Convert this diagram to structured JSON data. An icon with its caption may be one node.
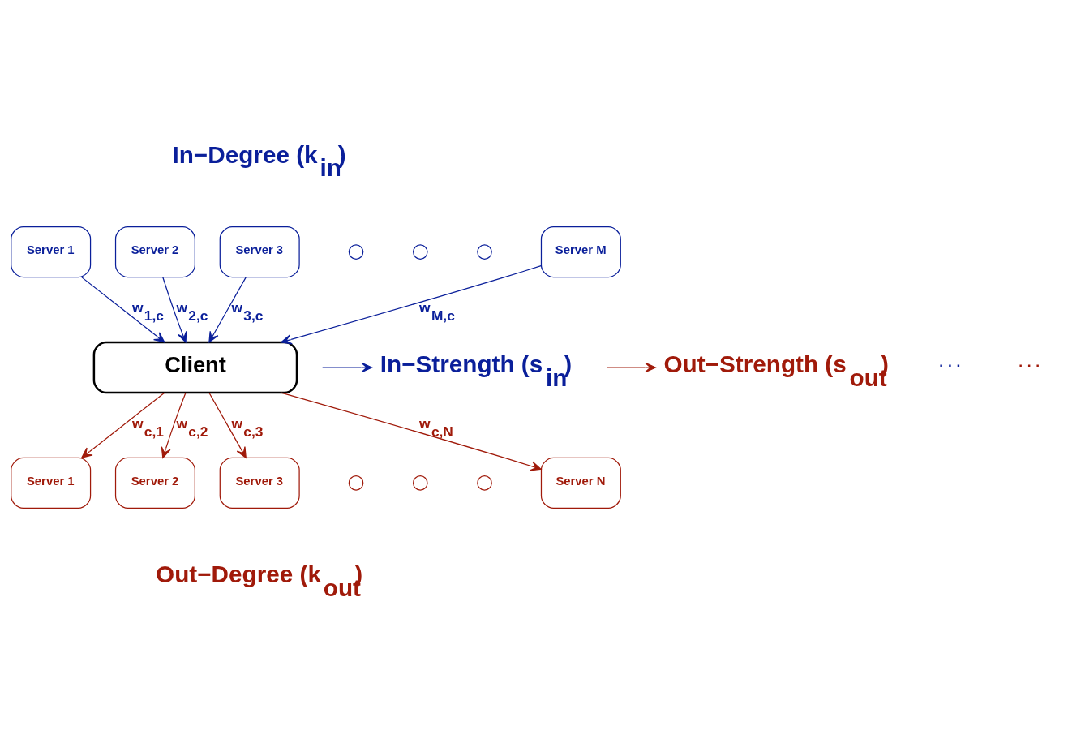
{
  "diagram": {
    "nodes": [
      {
        "text": [
          "Server 1"
        ]
      },
      {
        "text": [
          "Server 2"
        ]
      },
      {
        "text": [
          "Server 3"
        ]
      },
      {
        "text": [],
        "shape": "circle"
      },
      {
        "text": [],
        "shape": "circle"
      },
      {
        "text": [],
        "shape": "circle"
      },
      {
        "text": [
          "Server M"
        ]
      },
      {
        "text": [
          "In−Strength (s$_{in}$)"
        ]
      },
      {
        "text": [
          "Client"
        ]
      },
      {
        "text": [
          "Server 1"
        ]
      },
      {
        "text": [
          "Server 2"
        ]
      },
      {
        "text": [
          "Server 3"
        ]
      },
      {
        "text": [],
        "shape": "circle"
      },
      {
        "text": [],
        "shape": "circle"
      },
      {
        "text": [],
        "shape": "circle"
      },
      {
        "text": [
          "Server N"
        ]
      },
      {
        "text": [
          "Out−Strength (s$_{out}$)"
        ]
      }
    ],
    "edges": [
      {
        "from": 0,
        "to": 8,
        "arrow": "to",
        "label": "w$_{1,c}$",
        "color": "#0a1f9a"
      },
      {
        "from": 1,
        "to": 8,
        "arrow": "to",
        "label": "w$_{2,c}$",
        "color": "#0a1f9a"
      },
      {
        "from": 2,
        "to": 8,
        "arrow": "to",
        "label": "w$_{3,c}$",
        "color": "#0a1f9a"
      },
      {
        "from": 6,
        "to": 8,
        "arrow": "to",
        "label": "w$_{M,c}$",
        "color": "#0a1f9a"
      },
      {
        "from": null,
        "to": 7,
        "arrow": "to",
        "color": "#0a1f9a"
      },
      {
        "from": 8,
        "to": 9,
        "arrow": "to",
        "label": "w$_{c,1}$",
        "color": "#a01a0a"
      },
      {
        "from": 8,
        "to": 10,
        "arrow": "to",
        "label": "w$_{c,2}$",
        "color": "#a01a0a"
      },
      {
        "from": 8,
        "to": 11,
        "arrow": "to",
        "label": "w$_{c,3}$",
        "color": "#a01a0a"
      },
      {
        "from": 8,
        "to": 15,
        "arrow": "to",
        "label": "w$_{c,N}$",
        "color": "#a01a0a"
      },
      {
        "from": null,
        "to": 16,
        "arrow": "to",
        "color": "#a01a0a"
      }
    ],
    "labels": [
      "In−Degree (k$_{in}$)",
      "· · ·",
      "· · ·",
      "Out−Degree (k$_{out}$)"
    ]
  }
}
